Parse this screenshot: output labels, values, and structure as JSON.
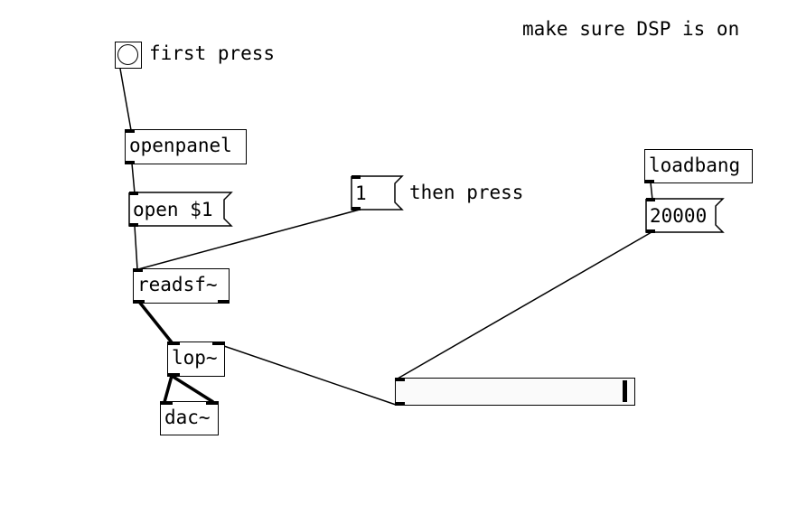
{
  "comments": {
    "dsp_note": "make sure DSP is on",
    "first_press": "first press",
    "then_press": "then press"
  },
  "objects": {
    "openpanel": "openpanel",
    "readsf": "readsf~",
    "lop": "lop~",
    "dac": "dac~",
    "loadbang": "loadbang"
  },
  "messages": {
    "open": "open $1",
    "one": "1",
    "freq": "20000"
  },
  "slider": {
    "value": 20000,
    "level": 0.98
  }
}
